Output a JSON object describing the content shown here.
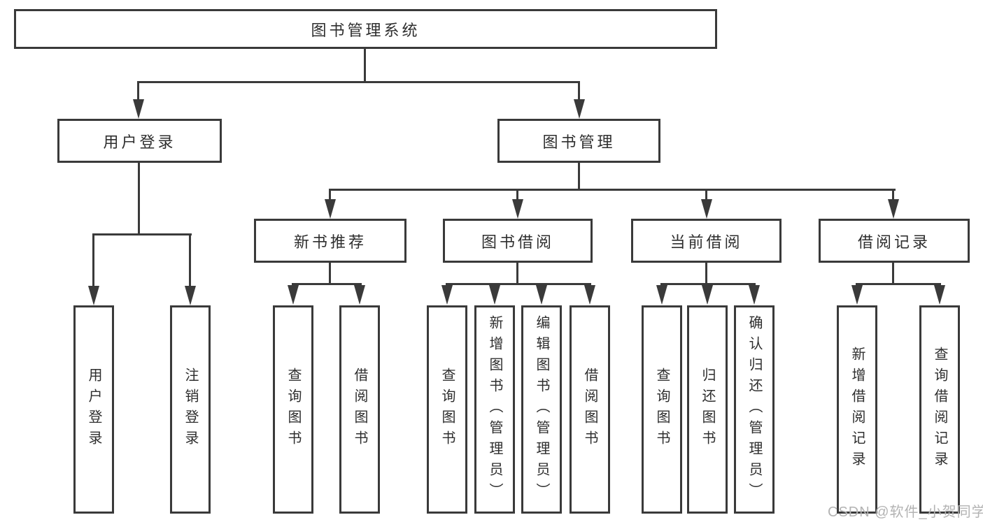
{
  "diagram": {
    "title": "图书管理系统",
    "level2": {
      "user_login": "用户登录",
      "book_mgmt": "图书管理"
    },
    "level3": {
      "new_books": "新书推荐",
      "book_borrow": "图书借阅",
      "current_borrow": "当前借阅",
      "borrow_records": "借阅记录"
    },
    "leaves": {
      "user_login": [
        "用户登录",
        "注销登录"
      ],
      "new_books": [
        "查询图书",
        "借阅图书"
      ],
      "book_borrow": [
        "查询图书",
        "新增图书（管理员）",
        "编辑图书（管理员）",
        "借阅图书"
      ],
      "current_borrow": [
        "查询图书",
        "归还图书",
        "确认归还（管理员）"
      ],
      "borrow_records": [
        "新增借阅记录",
        "查询借阅记录"
      ]
    },
    "watermark": "CSDN @软件_小贺同学",
    "colors": {
      "line": "#3a3a3a",
      "text": "#2e2e2e",
      "watermark": "#b3b3b3",
      "background": "#ffffff"
    }
  }
}
